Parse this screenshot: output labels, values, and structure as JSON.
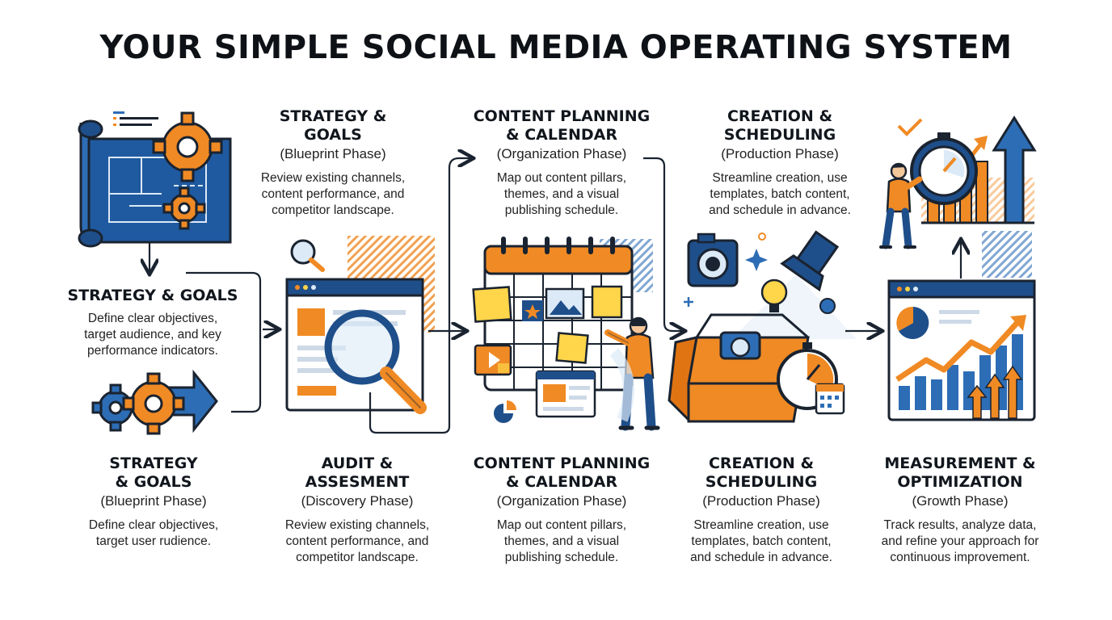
{
  "title": "YOUR SIMPLE SOCIAL MEDIA OPERATING SYSTEM",
  "colors": {
    "navy": "#1f4f8a",
    "blue": "#2d6db5",
    "light_blue": "#dce9f7",
    "orange": "#f08a24",
    "dark": "#1a2330",
    "yellow": "#ffd54a"
  },
  "top_blocks": [
    {
      "heading_lines": [
        "STRATEGY &",
        "GOALS"
      ],
      "phase": "(Blueprint Phase)",
      "desc_lines": [
        "Review existing channels,",
        "content performance, and",
        "competitor landscape."
      ]
    },
    {
      "heading_lines": [
        "CONTENT PLANNING",
        "& CALENDAR"
      ],
      "phase": "(Organization Phase)",
      "desc_lines": [
        "Map out content pillars,",
        "themes, and a visual",
        "publishing schedule."
      ]
    },
    {
      "heading_lines": [
        "CREATION &",
        "SCHEDULING"
      ],
      "phase": "(Production Phase)",
      "desc_lines": [
        "Streamline creation, use",
        "templates, batch content,",
        "and schedule in advance."
      ]
    }
  ],
  "left_block": {
    "heading": "STRATEGY & GOALS",
    "desc_lines": [
      "Define clear objectives,",
      "target audience, and key",
      "performance indicators."
    ]
  },
  "bottom_blocks": [
    {
      "heading_lines": [
        "STRATEGY",
        "& GOALS"
      ],
      "phase": "(Blueprint Phase)",
      "desc_lines": [
        "Define clear objectives,",
        "target user rudience."
      ]
    },
    {
      "heading_lines": [
        "AUDIT &",
        "ASSESMENT"
      ],
      "phase": "(Discovery Phase)",
      "desc_lines": [
        "Review existing channels,",
        "content performance, and",
        "competitor landscape."
      ]
    },
    {
      "heading_lines": [
        "CONTENT PLANNING",
        "& CALENDAR"
      ],
      "phase": "(Organization Phase)",
      "desc_lines": [
        "Map out content pillars,",
        "themes, and a visual",
        "publishing schedule."
      ]
    },
    {
      "heading_lines": [
        "CREATION &",
        "SCHEDULING"
      ],
      "phase": "(Production Phase)",
      "desc_lines": [
        "Streamline creation, use",
        "templates, batch content,",
        "and schedule in advance."
      ]
    },
    {
      "heading_lines": [
        "MEASUREMENT &",
        "OPTIMIZATION"
      ],
      "phase": "(Growth Phase)",
      "desc_lines": [
        "Track results, analyze data,",
        "and refine your approach for",
        "continuous improvement."
      ]
    }
  ]
}
